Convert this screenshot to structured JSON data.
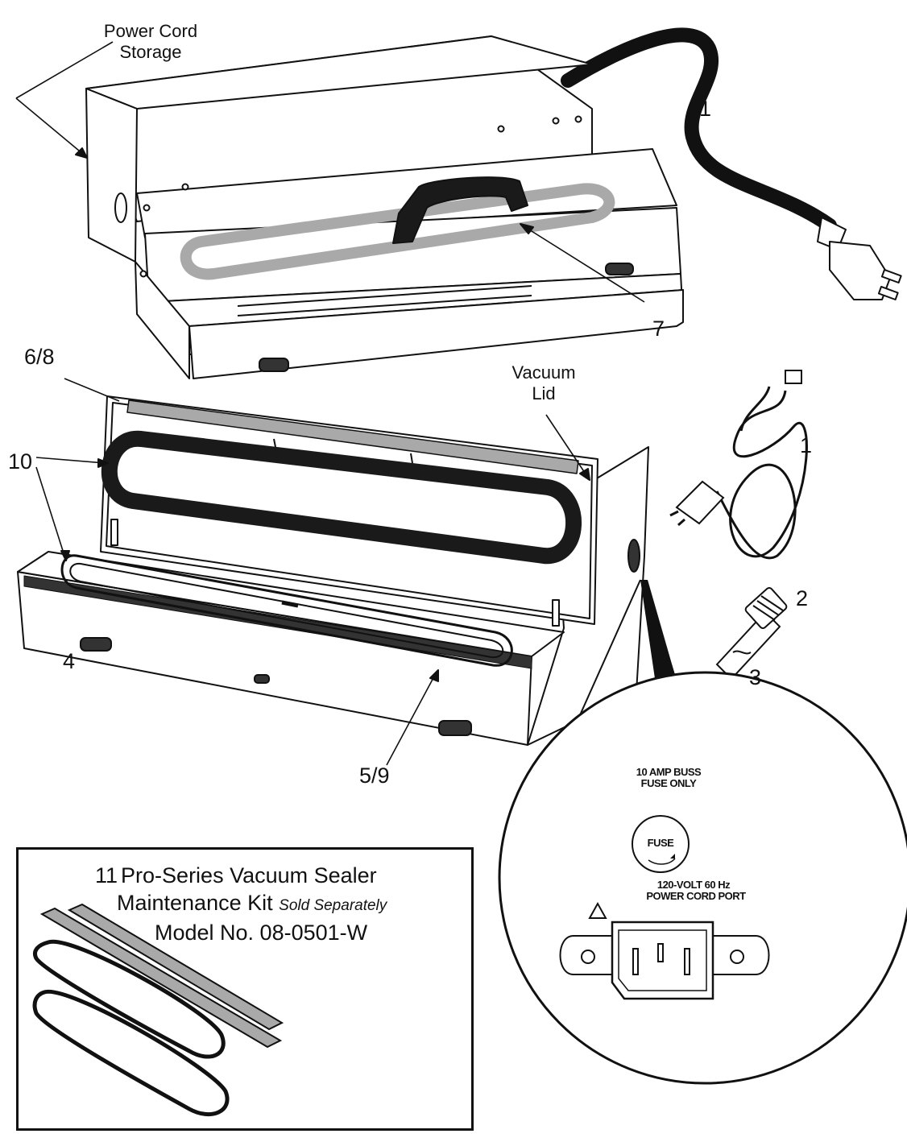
{
  "labels": {
    "power_cord_storage": [
      "Power Cord",
      "Storage"
    ],
    "vacuum_lid": [
      "Vacuum",
      "Lid"
    ],
    "n1_top": "1",
    "n1_cord": "1",
    "n2": "2",
    "n3": "3",
    "n4": "4",
    "n5_9": "5/9",
    "n6_8": "6/8",
    "n7": "7",
    "n10": "10"
  },
  "port_panel": {
    "fuse_warning": [
      "10 AMP BUSS",
      "FUSE ONLY"
    ],
    "fuse_label": "FUSE",
    "voltage_warning": [
      "120-VOLT 60 Hz",
      "POWER CORD PORT"
    ]
  },
  "maintenance_kit": {
    "number": "11",
    "title_line1": "Pro-Series Vacuum Sealer",
    "title_line2": "Maintenance Kit",
    "note": "Sold Separately",
    "model": "Model No. 08-0501-W"
  },
  "colors": {
    "line": "#111111",
    "gasket_gray": "#a9a9a9",
    "gasket_dark": "#1a1a1a"
  }
}
